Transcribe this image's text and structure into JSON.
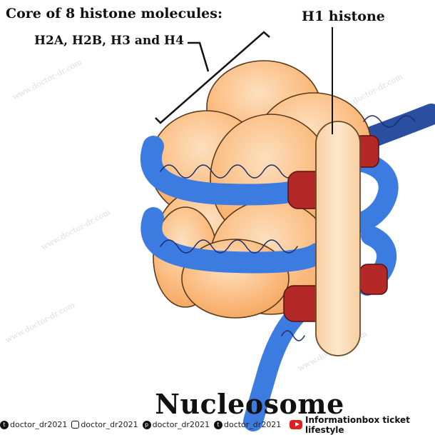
{
  "labels": {
    "core_title": "Core of 8 histone molecules:",
    "core_subtitle": "H2A, H2B, H3 and H4",
    "h1": "H1 histone",
    "title": "Nucleosome"
  },
  "watermark": "www.doctor-dr.com",
  "footer": {
    "items": [
      {
        "icon": "twitter-icon",
        "text": "doctor_dr2021"
      },
      {
        "icon": "instagram-icon",
        "text": "doctor_dr2021"
      },
      {
        "icon": "pinterest-icon",
        "text": "doctor_dr2021"
      },
      {
        "icon": "tumblr-icon",
        "text": "doctor_dr2021"
      }
    ],
    "youtube": "Informationbox ticket lifestyle"
  },
  "colors": {
    "histone": "#fbb97a",
    "histone_light": "#fdd3a4",
    "dna": "#3c7be0",
    "linker": "#b42828",
    "h1": "#fde0bf"
  }
}
